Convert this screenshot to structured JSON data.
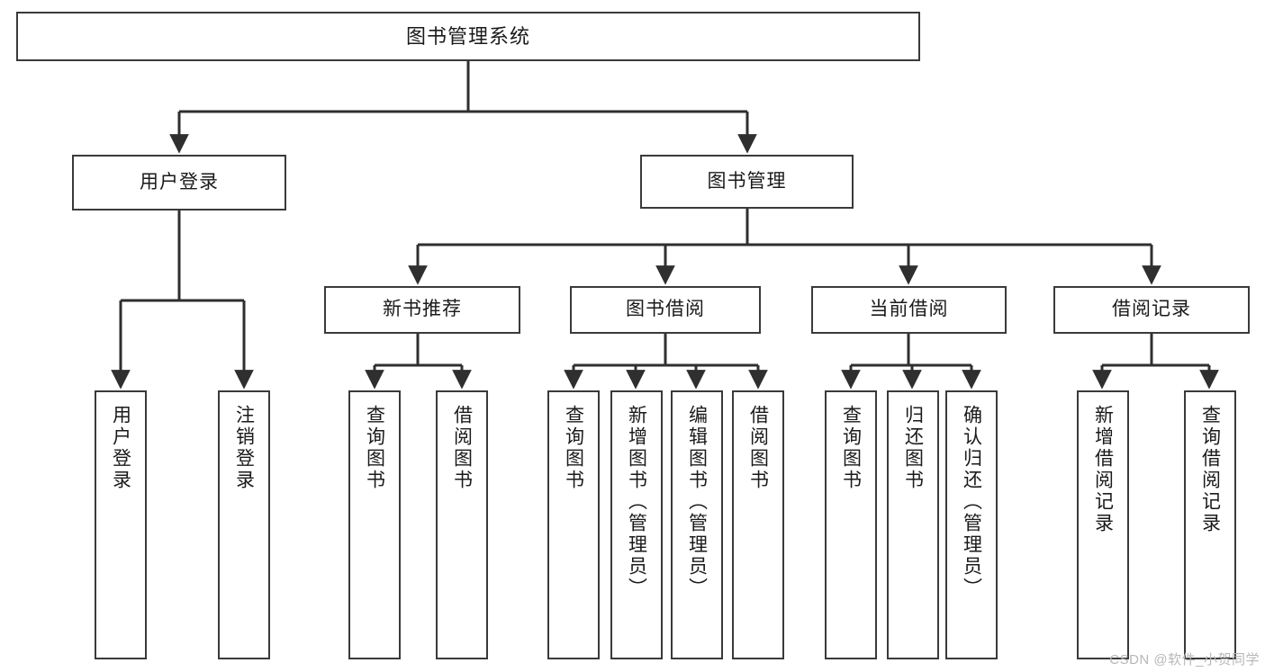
{
  "diagram": {
    "title": "图书管理系统",
    "type": "tree",
    "colors": {
      "node_border": "#3a3a3a",
      "node_fill": "#ffffff",
      "edge": "#2f2f2f",
      "text": "#1a1a1a",
      "watermark": "#b7b7b7",
      "background": "#ffffff"
    },
    "watermark": "CSDN @软件_小贺同学",
    "nodes": {
      "root": {
        "label": "图书管理系统"
      },
      "tier1": [
        {
          "id": "user-login",
          "label": "用户登录"
        },
        {
          "id": "book-manage",
          "label": "图书管理"
        }
      ],
      "tier2": [
        {
          "id": "new-book-rec",
          "label": "新书推荐"
        },
        {
          "id": "book-borrow",
          "label": "图书借阅"
        },
        {
          "id": "current-borrow",
          "label": "当前借阅"
        },
        {
          "id": "borrow-record",
          "label": "借阅记录"
        }
      ],
      "leaves": [
        {
          "id": "leaf-user-login",
          "label": "用户登录",
          "parent": "user-login"
        },
        {
          "id": "leaf-user-logout",
          "label": "注销登录",
          "parent": "user-login"
        },
        {
          "id": "leaf-query-book-1",
          "label": "查询图书",
          "parent": "new-book-rec"
        },
        {
          "id": "leaf-borrow-book-1",
          "label": "借阅图书",
          "parent": "new-book-rec"
        },
        {
          "id": "leaf-query-book-2",
          "label": "查询图书",
          "parent": "book-borrow"
        },
        {
          "id": "leaf-add-book",
          "label": "新增图书（管理员）",
          "parent": "book-borrow"
        },
        {
          "id": "leaf-edit-book",
          "label": "编辑图书（管理员）",
          "parent": "book-borrow"
        },
        {
          "id": "leaf-borrow-book-2",
          "label": "借阅图书",
          "parent": "book-borrow"
        },
        {
          "id": "leaf-query-book-3",
          "label": "查询图书",
          "parent": "current-borrow"
        },
        {
          "id": "leaf-return-book",
          "label": "归还图书",
          "parent": "current-borrow"
        },
        {
          "id": "leaf-confirm-return",
          "label": "确认归还（管理员）",
          "parent": "current-borrow"
        },
        {
          "id": "leaf-add-record",
          "label": "新增借阅记录",
          "parent": "borrow-record"
        },
        {
          "id": "leaf-query-record",
          "label": "查询借阅记录",
          "parent": "borrow-record"
        }
      ]
    }
  }
}
